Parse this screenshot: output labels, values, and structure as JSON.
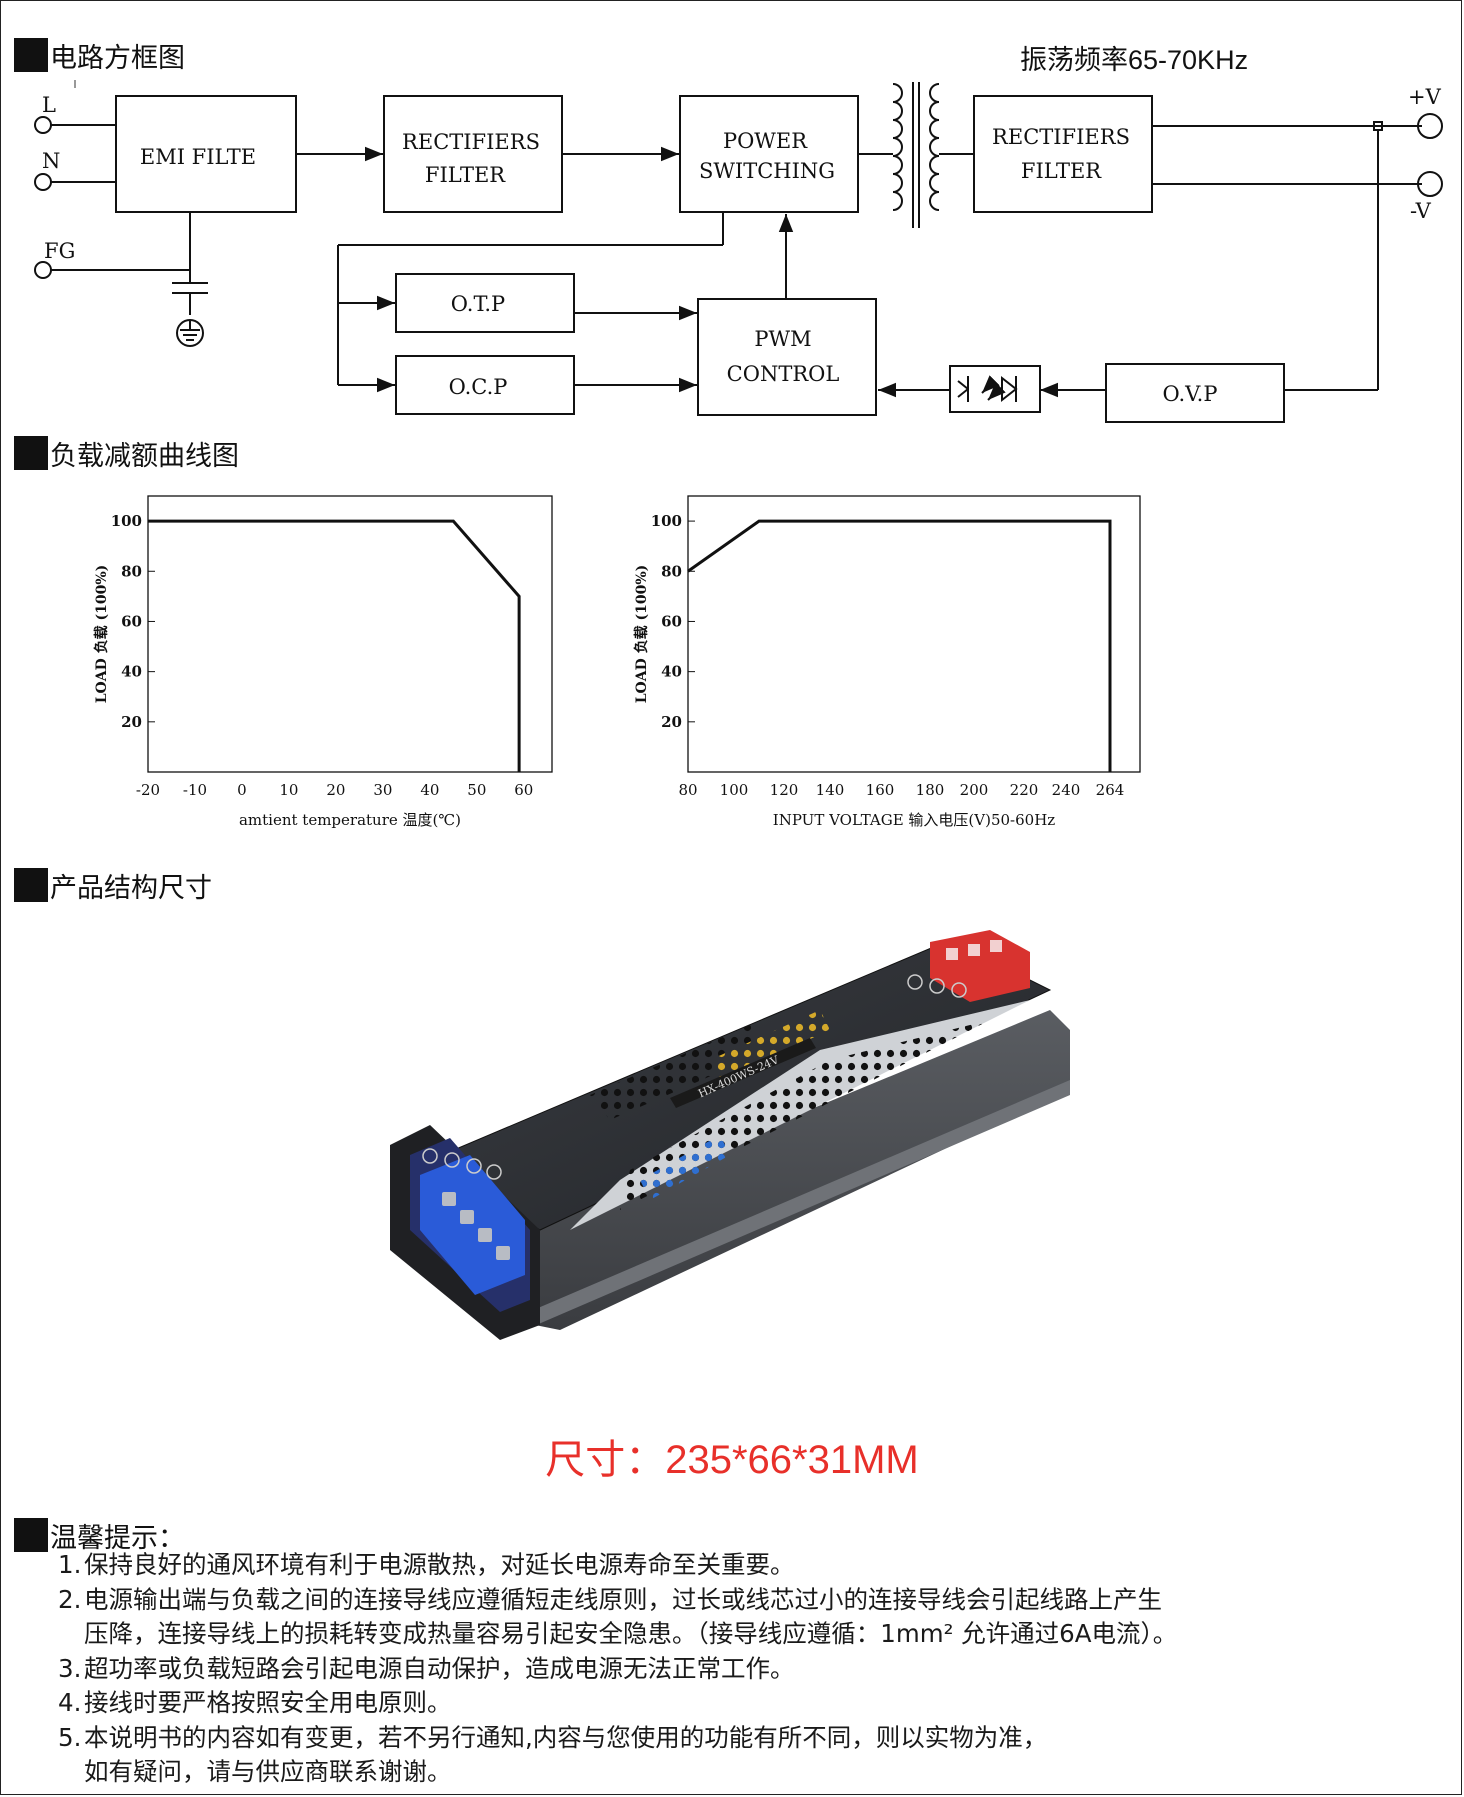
{
  "sections": {
    "block_diagram": "电路方框图",
    "derating": "负载减额曲线图",
    "structure": "产品结构尺寸",
    "tips": "温馨提示："
  },
  "oscillation": {
    "label": "振荡频率",
    "value": "65-70KHz"
  },
  "diagram": {
    "inputs": {
      "L": "L",
      "N": "N",
      "FG": "FG"
    },
    "outputs": {
      "pos": "+V",
      "neg": "-V"
    },
    "blocks": {
      "emi": "EMI FILTE",
      "rect1_l1": "RECTIFIERS",
      "rect1_l2": "FILTER",
      "psw_l1": "POWER",
      "psw_l2": "SWITCHING",
      "rect2_l1": "RECTIFIERS",
      "rect2_l2": "FILTER",
      "otp": "O.T.P",
      "ocp": "O.C.P",
      "pwm_l1": "PWM",
      "pwm_l2": "CONTROL",
      "ovp": "O.V.P"
    }
  },
  "chart_data": [
    {
      "type": "line",
      "title": "",
      "xlabel": "amtient temperature 温度(℃)",
      "ylabel": "LOAD 负载 (100%)",
      "x_ticks": [
        -20,
        -10,
        0,
        10,
        20,
        30,
        40,
        50,
        60
      ],
      "y_ticks": [
        20,
        40,
        60,
        80,
        100
      ],
      "xlim": [
        -20,
        66
      ],
      "ylim": [
        0,
        110
      ],
      "grid": false,
      "series": [
        {
          "x": [
            -20,
            45,
            59,
            59
          ],
          "y": [
            100,
            100,
            70,
            0
          ]
        }
      ]
    },
    {
      "type": "line",
      "title": "",
      "xlabel": "INPUT VOLTAGE 输入电压(V)50-60Hz",
      "ylabel": "LOAD 负载 (100%)",
      "x_ticks": [
        "80",
        "100",
        "120",
        "140",
        "160",
        "180",
        "200",
        "220",
        "240",
        "264"
      ],
      "y_ticks": [
        20,
        40,
        60,
        80,
        100
      ],
      "ylim": [
        0,
        110
      ],
      "grid": false,
      "series": [
        {
          "x": [
            80,
            110,
            264,
            264
          ],
          "y": [
            80,
            100,
            100,
            0
          ]
        }
      ]
    }
  ],
  "product": {
    "icons": [
      "terminal-block-blue",
      "terminal-block-red",
      "vent-holes"
    ],
    "housing_label": "HX-400WS-24V",
    "size_caption": "尺寸：235*66*31MM"
  },
  "tips": [
    {
      "num": "1.",
      "lines": [
        "保持良好的通风环境有利于电源散热，对延长电源寿命至关重要。"
      ]
    },
    {
      "num": "2.",
      "lines": [
        "电源输出端与负载之间的连接导线应遵循短走线原则，过长或线芯过小的连接导线会引起线路上产生",
        "压降，连接导线上的损耗转变成热量容易引起安全隐患。（接导线应遵循：1mm² 允许通过6A电流）。"
      ]
    },
    {
      "num": "3.",
      "lines": [
        "超功率或负载短路会引起电源自动保护，造成电源无法正常工作。"
      ]
    },
    {
      "num": "4.",
      "lines": [
        "接线时要严格按照安全用电原则。"
      ]
    },
    {
      "num": "5.",
      "lines": [
        "本说明书的内容如有变更，若不另行通知,内容与您使用的功能有所不同，则以实物为准，",
        "如有疑问，请与供应商联系谢谢。"
      ]
    }
  ],
  "colors": {
    "caption_red": "#e8302a",
    "terminal_blue": "#2a5bd8",
    "terminal_red": "#d8332f",
    "housing": "#2b2d30"
  }
}
